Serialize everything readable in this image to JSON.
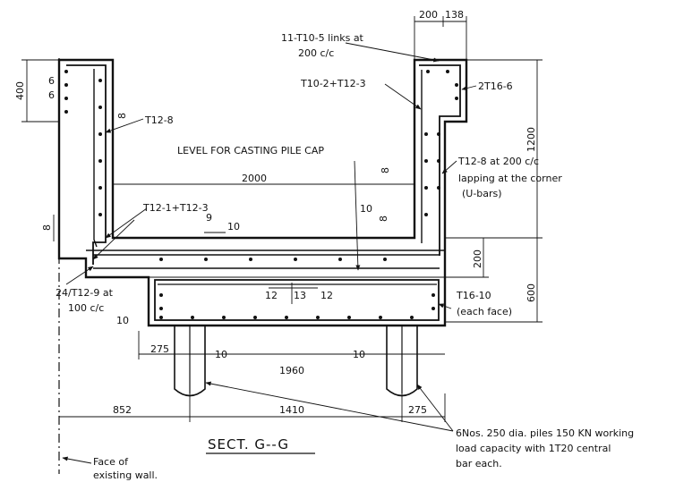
{
  "section_title": "SECT. G--G",
  "notes": {
    "links": [
      "11-T10-5 links at",
      "200 c/c"
    ],
    "top_bars": "T10-2+T12-3",
    "right_corner_bars": "2T16-6",
    "left_top_bars": "T12-8",
    "level_note": "LEVEL FOR CASTING PILE CAP",
    "right_bars": [
      "T12-8 at 200 c/c",
      "lapping at the corner",
      "(U-bars)"
    ],
    "left_bars": "T12-1+T12-3",
    "bottom_left_bars": [
      "24/T12-9 at",
      "100 c/c"
    ],
    "face_bars": [
      "T16-10",
      "(each face)"
    ],
    "piles": [
      "6Nos. 250 dia. piles 150 KN working",
      "load capacity with 1T20 central",
      "bar each."
    ],
    "existing_wall": [
      "Face of",
      "existing wall."
    ]
  },
  "dimensions": {
    "top_width_200": "200",
    "top_width_138": "138",
    "left_400": "400",
    "left_6a": "6",
    "left_6b": "6",
    "left_8": "8",
    "inner_8_left": "8",
    "inner_8_right": "8",
    "inner_8_mid": "8",
    "right_1200": "1200",
    "right_200": "200",
    "right_600": "600",
    "width_2000": "2000",
    "dim_9": "9",
    "dim_10_left": "10",
    "dim_10_mid": "10",
    "dim_12_left": "12",
    "dim_13": "13",
    "dim_12_right": "12",
    "dim_10_bottom": "10",
    "dim_275_left": "275",
    "dim_10_pile_left": "10",
    "dim_10_pile_right": "10",
    "dim_1960": "1960",
    "dim_852": "852",
    "dim_1410": "1410",
    "dim_275_right": "275"
  }
}
